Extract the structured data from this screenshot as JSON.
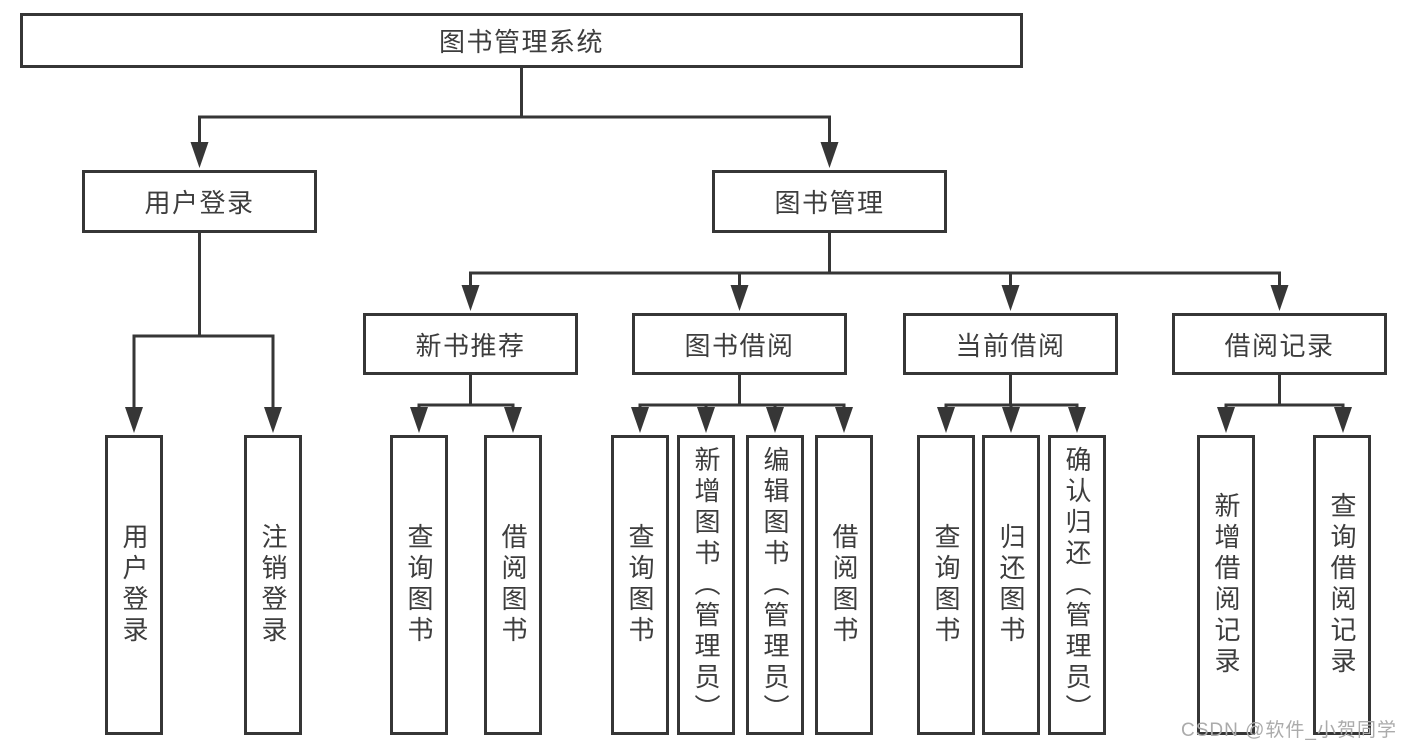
{
  "diagram": {
    "root": {
      "label": "图书管理系统"
    },
    "user_login": {
      "label": "用户登录",
      "children": [
        {
          "label": "用户登录"
        },
        {
          "label": "注销登录"
        }
      ]
    },
    "book_management": {
      "label": "图书管理",
      "modules": [
        {
          "label": "新书推荐",
          "children": [
            {
              "label": "查询图书"
            },
            {
              "label": "借阅图书"
            }
          ]
        },
        {
          "label": "图书借阅",
          "children": [
            {
              "label": "查询图书"
            },
            {
              "label": "新增图书（管理员）"
            },
            {
              "label": "编辑图书（管理员）"
            },
            {
              "label": "借阅图书"
            }
          ]
        },
        {
          "label": "当前借阅",
          "children": [
            {
              "label": "查询图书"
            },
            {
              "label": "归还图书"
            },
            {
              "label": "确认归还（管理员）"
            }
          ]
        },
        {
          "label": "借阅记录",
          "children": [
            {
              "label": "新增借阅记录"
            },
            {
              "label": "查询借阅记录"
            }
          ]
        }
      ]
    }
  },
  "watermark": {
    "text": "CSDN @软件_小贺同学"
  },
  "colors": {
    "line": "#363636",
    "box_border": "#363636",
    "text": "#3d3d3d",
    "watermark": "#ababab",
    "background": "#ffffff"
  }
}
